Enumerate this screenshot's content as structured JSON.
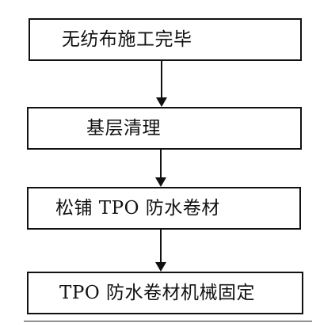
{
  "flowchart": {
    "steps": [
      {
        "label": "无纺布施工完毕"
      },
      {
        "label": "基层清理"
      },
      {
        "label": "松铺 TPO 防水卷材"
      },
      {
        "label": "TPO 防水卷材机械固定"
      }
    ]
  },
  "watermark": {
    "text": "",
    "color": "#d62828"
  }
}
